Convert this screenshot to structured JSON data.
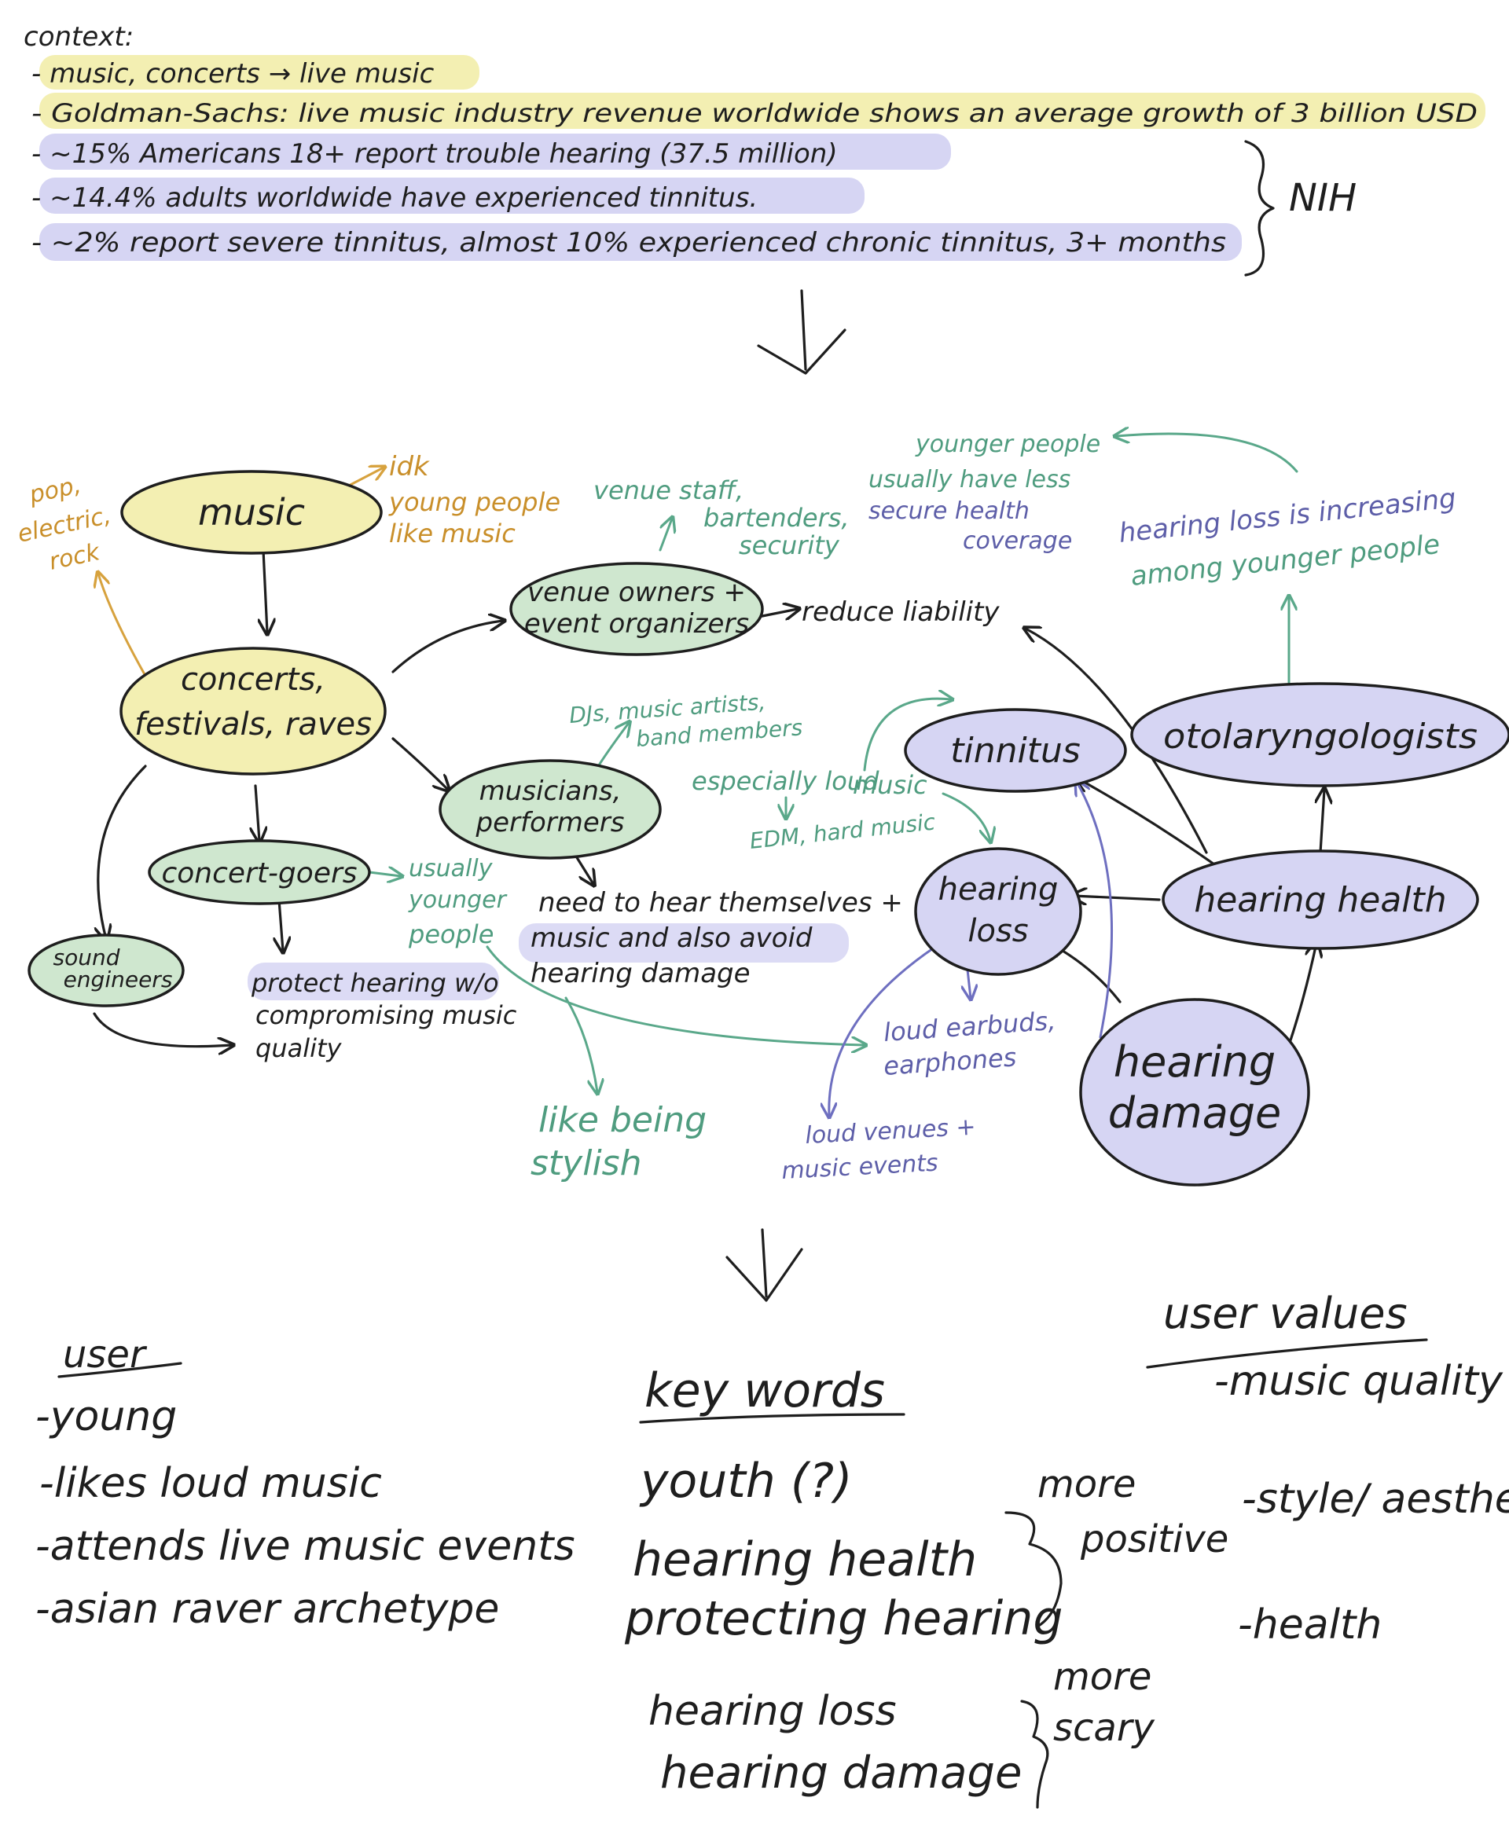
{
  "colors": {
    "ink": "#1e1e1e",
    "yellow_highlight": "#f3efb2",
    "lavender_highlight": "#d6d5f3",
    "green_highlight": "#cfe7cf",
    "teal_text": "#4f9c7f",
    "purple_text": "#5d5ea8",
    "gold_text": "#c98f2a"
  },
  "context": {
    "heading": "context:",
    "lines": [
      "- music, concerts → live music",
      "- Goldman-Sachs: live music industry revenue worldwide shows an average growth of 3 billion USD",
      "- ~15% Americans 18+ report trouble hearing (37.5 million)",
      "- ~14.4% adults worldwide have experienced tinnitus.",
      "- ~2% report severe tinnitus, almost 10% experienced chronic tinnitus, 3+ months"
    ],
    "source": "NIH"
  },
  "nodes": {
    "music": "music",
    "concerts": [
      "concerts,",
      "festivals, raves"
    ],
    "venue_owners": [
      "venue owners +",
      "event organizers"
    ],
    "musicians": [
      "musicians,",
      "performers"
    ],
    "concert_goers": "concert-goers",
    "sound_engineers": [
      "sound",
      "engineers"
    ],
    "tinnitus": "tinnitus",
    "otolaryngologists": "otolaryngologists",
    "hearing_loss": [
      "hearing",
      "loss"
    ],
    "hearing_health": "hearing health",
    "hearing_damage": [
      "hearing",
      "damage"
    ]
  },
  "notes": {
    "genres": [
      "pop,",
      "electric,",
      "rock"
    ],
    "idk": "idk",
    "young_people_live_music": [
      "young people",
      "like music"
    ],
    "venue_staff": [
      "venue staff,",
      "bartenders,",
      "security"
    ],
    "reduce_liability": "reduce liability",
    "younger_people_coverage": [
      "younger people",
      "usually have less",
      "secure health",
      "coverage"
    ],
    "hearing_loss_increasing": [
      "hearing loss is increasing",
      "among younger people"
    ],
    "djs": [
      "DJs, music artists,",
      "band members"
    ],
    "especially_loud": [
      "especially loud",
      "music"
    ],
    "edm": "EDM, hard music",
    "usually_younger": [
      "usually",
      "younger",
      "people"
    ],
    "need_to_hear": [
      "need to hear themselves +",
      "music and also avoid",
      "hearing damage"
    ],
    "protect_hearing": [
      "protect hearing w/o",
      "compromising music",
      "quality"
    ],
    "like_being_stylish": [
      "like being",
      "stylish"
    ],
    "loud_earbuds": [
      "loud earbuds,",
      "earphones"
    ],
    "loud_venues": [
      "loud venues +",
      "music events"
    ]
  },
  "user": {
    "heading": "user",
    "items": [
      "-young",
      "-likes loud music",
      "-attends live music events",
      "-asian raver archetype"
    ]
  },
  "key_words": {
    "heading": "key words",
    "youth": "youth (?)",
    "positive_group": [
      "hearing health",
      "protecting hearing"
    ],
    "positive_label": [
      "more",
      "positive"
    ],
    "scary_group": [
      "hearing loss",
      "hearing damage"
    ],
    "scary_label": [
      "more",
      "scary"
    ]
  },
  "user_values": {
    "heading": "user values",
    "items": [
      "-music quality",
      "-style/ aesthetic",
      "-health"
    ]
  }
}
